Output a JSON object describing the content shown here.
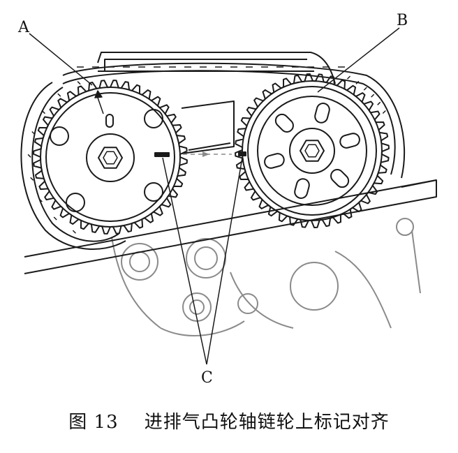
{
  "labels": {
    "a": "A",
    "b": "B",
    "c": "C"
  },
  "caption": {
    "figure_no": "图 13",
    "text": "进排气凸轮轴链轮上标记对齐"
  },
  "colors": {
    "line": "#1a1a1a",
    "gray": "#8a8a8a",
    "background": "#ffffff"
  }
}
